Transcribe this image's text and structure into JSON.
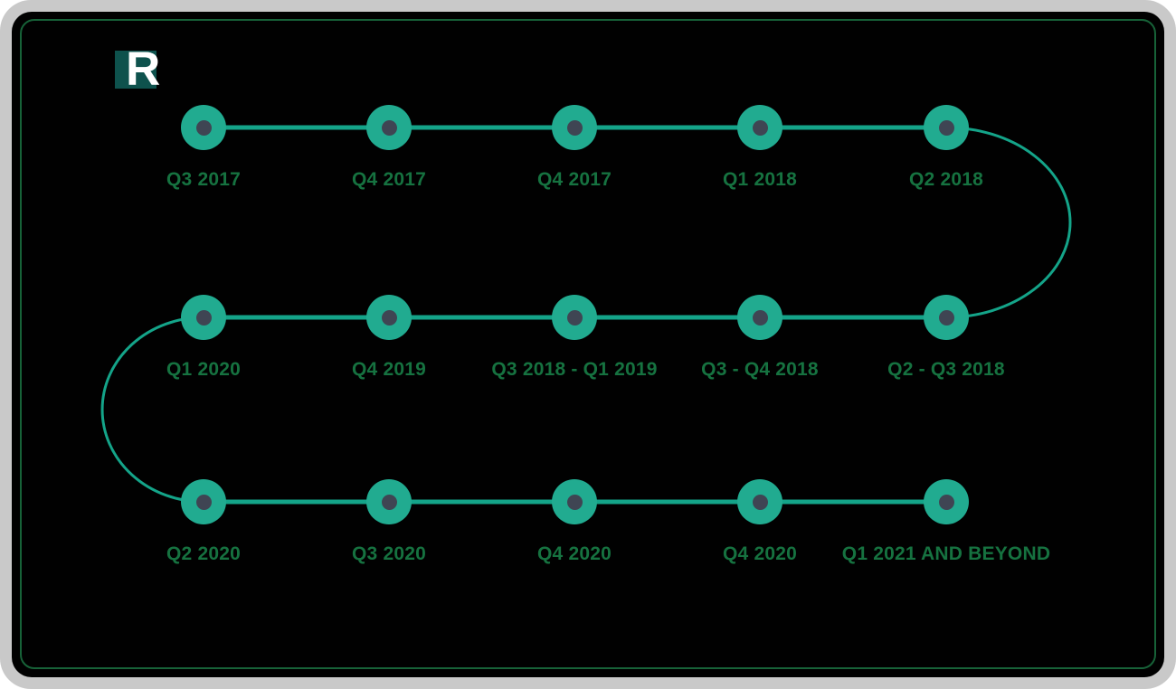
{
  "logo": {
    "letter": "R"
  },
  "colors": {
    "background": "#010101",
    "frame": "#c9c9c9",
    "inner_border": "#176238",
    "path_line": "#14a489",
    "node_fill": "#21ab90",
    "node_dot": "#3f4553",
    "label": "#167240",
    "logo_bg": "#0e524d",
    "logo_letter": "#ffffff"
  },
  "timeline": {
    "rows": [
      {
        "labels": [
          "Q3 2017",
          "Q4 2017",
          "Q4 2017",
          "Q1 2018",
          "Q2 2018"
        ]
      },
      {
        "labels": [
          "Q1 2020",
          "Q4 2019",
          "Q3 2018 - Q1 2019",
          "Q3 - Q4 2018",
          "Q2 - Q3 2018"
        ]
      },
      {
        "labels": [
          "Q2 2020",
          "Q3 2020",
          "Q4 2020",
          "Q4 2020",
          "Q1 2021 AND BEYOND"
        ]
      }
    ]
  }
}
